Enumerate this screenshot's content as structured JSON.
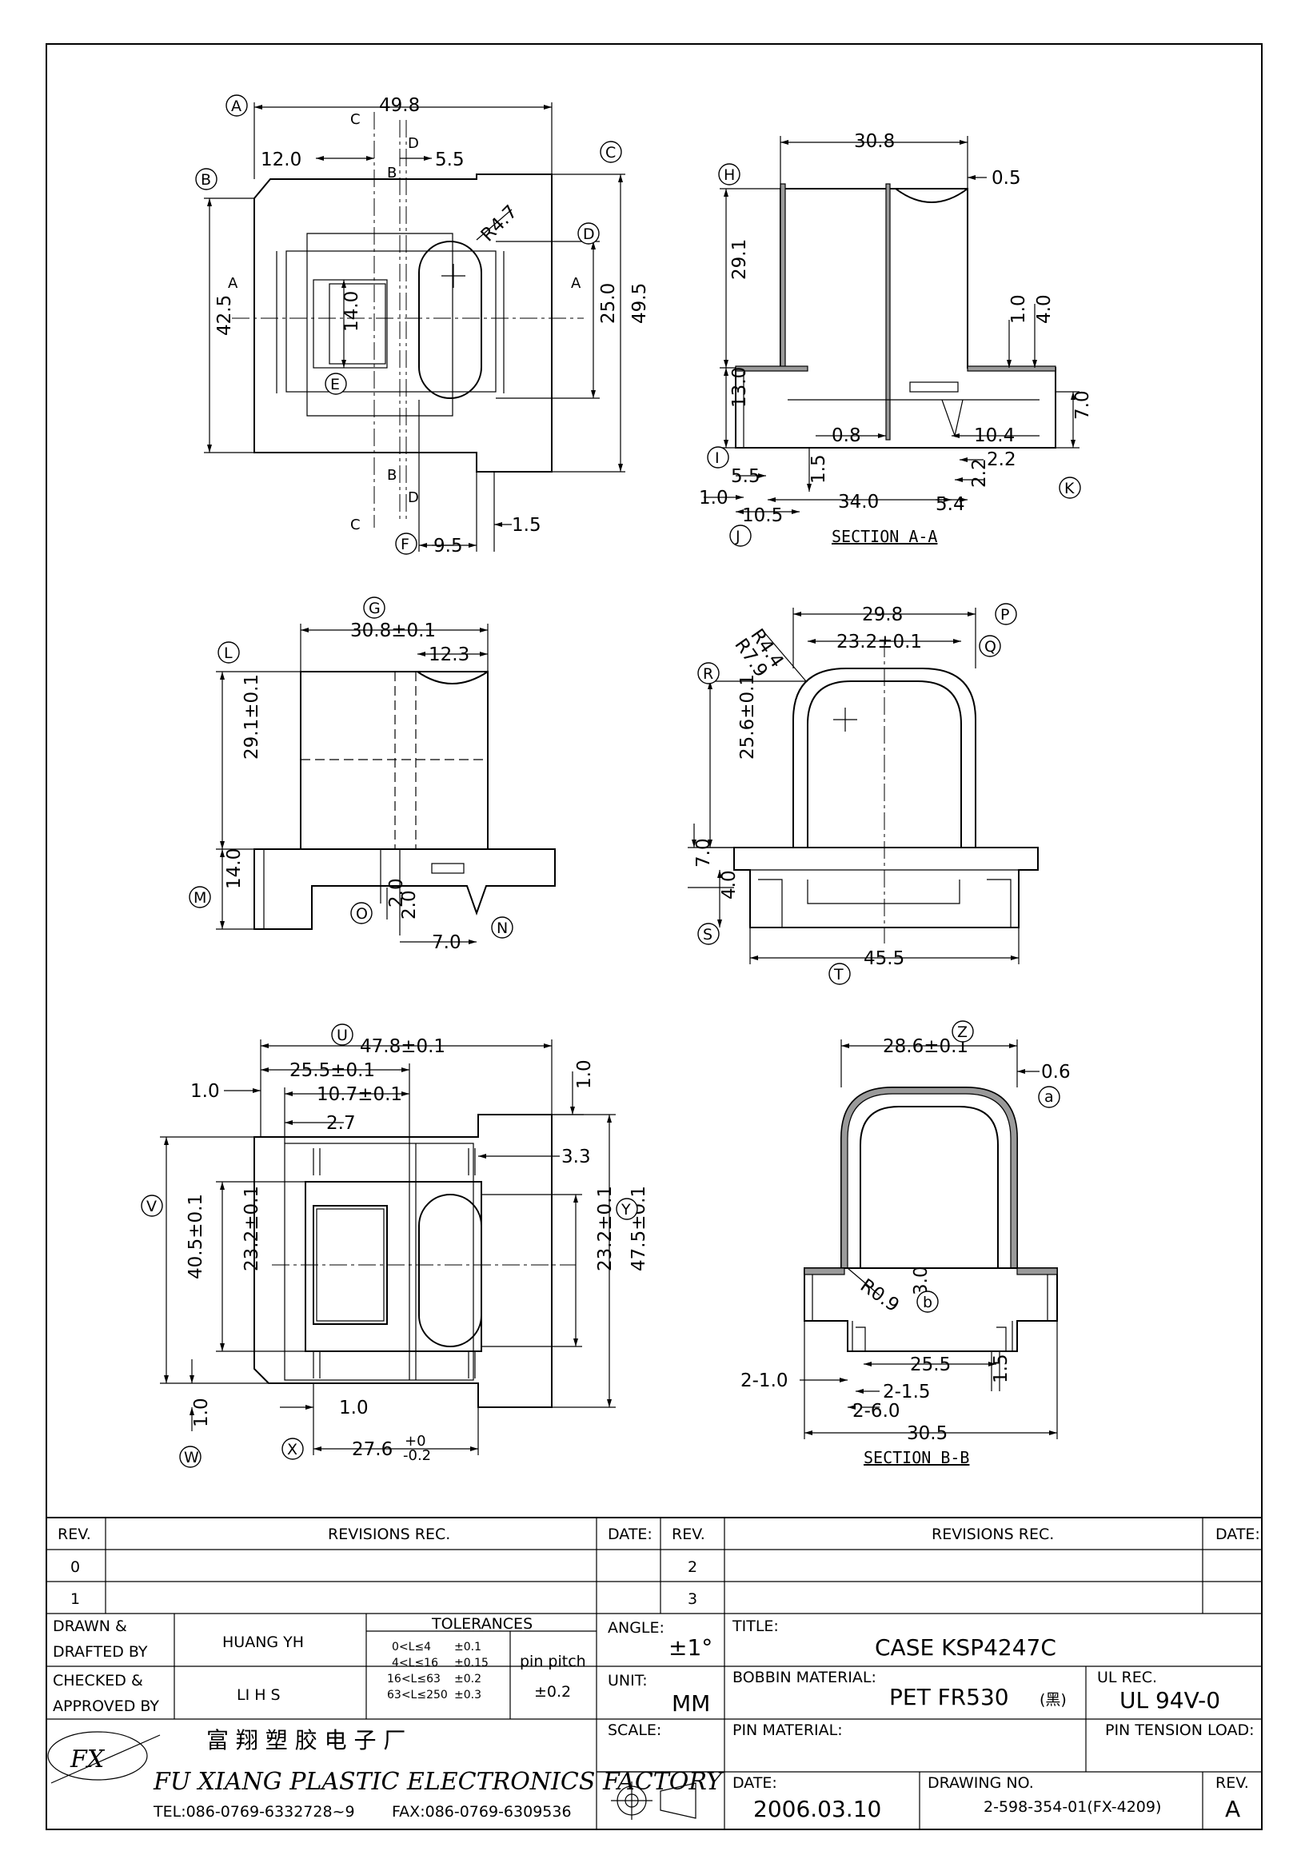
{
  "views": {
    "top": {
      "dims": {
        "width": "49.8",
        "height_outer": "42.5",
        "height_mid": "25.0",
        "height_right": "49.5",
        "d12": "12.0",
        "d55": "5.5",
        "r47": "R4.7",
        "d14": "14.0",
        "d95": "9.5",
        "d15": "1.5"
      },
      "section_marks": {
        "a": "A",
        "b": "B",
        "c": "C",
        "d": "D"
      },
      "callouts": [
        "A",
        "B",
        "C",
        "D",
        "E",
        "F"
      ]
    },
    "section_aa": {
      "title": "SECTION A-A",
      "dims": {
        "w": "30.8",
        "t": "0.5",
        "h": "29.1",
        "d10": "1.0",
        "d40": "4.0",
        "d130": "13.0",
        "d70": "7.0",
        "d08": "0.8",
        "d104": "10.4",
        "d22a": "2.2",
        "d22b": "2.2",
        "d55": "5.5",
        "d15": "1.5",
        "d1": "1.0",
        "d340": "34.0",
        "d54": "5.4",
        "d105": "10.5"
      },
      "callouts": [
        "H",
        "I",
        "J",
        "K"
      ]
    },
    "side": {
      "dims": {
        "w": "30.8±0.1",
        "w2": "12.3",
        "h": "29.1±0.1",
        "base": "14.0",
        "p20a": "2.0",
        "p20b": "2.0",
        "p70": "7.0"
      },
      "callouts": [
        "G",
        "L",
        "M",
        "O",
        "N"
      ]
    },
    "front": {
      "dims": {
        "w": "29.8",
        "w2": "23.2±0.1",
        "r44": "R4.4",
        "r79": "R7.9",
        "h": "25.6±0.1",
        "d70": "7.0",
        "d40": "4.0",
        "base": "45.5"
      },
      "callouts": [
        "P",
        "Q",
        "R",
        "S",
        "T"
      ]
    },
    "bottom": {
      "dims": {
        "w": "47.8±0.1",
        "w2": "25.5±0.1",
        "w3": "10.7±0.1",
        "d10a": "1.0",
        "d27": "2.7",
        "d10b": "1.0",
        "d33": "3.3",
        "h1": "40.5±0.1",
        "h2": "23.2±0.1",
        "h3": "23.2±0.1",
        "h4": "47.5±0.1",
        "d10c": "1.0",
        "d10d": "1.0",
        "w4": "27.6",
        "tol_up": "+0",
        "tol_dn": "-0.2"
      },
      "callouts": [
        "U",
        "V",
        "W",
        "X",
        "Y"
      ]
    },
    "section_bb": {
      "title": "SECTION B-B",
      "dims": {
        "w": "28.6±0.1",
        "t": "0.6",
        "r09": "R0.9",
        "d30": "3.0",
        "d255": "25.5",
        "d21": "2-1.0",
        "d215": "2-1.5",
        "d26": "2-6.0",
        "d305": "30.5",
        "d15": "1.5"
      },
      "callouts": [
        "Z",
        "a",
        "b"
      ]
    }
  },
  "title_block": {
    "rev_head": "REV.",
    "rev_rec_head": "REVISIONS   REC.",
    "date_head": "DATE:",
    "rev_rows_left": [
      "0",
      "1"
    ],
    "rev_rows_right": [
      "2",
      "3"
    ],
    "drawn_label": "DRAWN  &\nDRAFTED BY",
    "drawn_by": "HUANG YH",
    "checked_label": "CHECKED  &\nAPPROVED BY",
    "checked_by": "LI H S",
    "tolerances_head": "TOLERANCES",
    "tolerances": [
      {
        "range": "0<L≤4",
        "tol": "±0.1"
      },
      {
        "range": "4<L≤16",
        "tol": "±0.15"
      },
      {
        "range": "16<L≤63",
        "tol": "±0.2"
      },
      {
        "range": "63<L≤250",
        "tol": "±0.3"
      }
    ],
    "pin_pitch_label": "pin  pitch",
    "pin_pitch": "±0.2",
    "angle_label": "ANGLE:",
    "angle": "±1°",
    "unit_label": "UNIT:",
    "unit": "MM",
    "scale_label": "SCALE:",
    "title_label": "TITLE:",
    "title": "CASE  KSP4247C",
    "bobbin_material_label": "BOBBIN  MATERIAL:",
    "bobbin_material": "PET    FR530",
    "bobbin_color": "(黑)",
    "ul_label": "UL  REC.",
    "ul": "UL  94V-0",
    "pin_material_label": "PIN  MATERIAL:",
    "pin_tension_label": "PIN  TENSION  LOAD:",
    "date_label": "DATE:",
    "date": "2006.03.10",
    "drawing_no_label": "DRAWING  NO.",
    "drawing_no": "2-598-354-01(FX-4209)",
    "rev_label": "REV.",
    "rev": "A",
    "company_cn": "富  翔  塑  胶  电  子  厂",
    "company_en": "FU  XIANG  PLASTIC  ELECTRONICS  FACTORY",
    "tel": "TEL:086-0769-6332728~9",
    "fax": "FAX:086-0769-6309536",
    "logo": "FX"
  }
}
